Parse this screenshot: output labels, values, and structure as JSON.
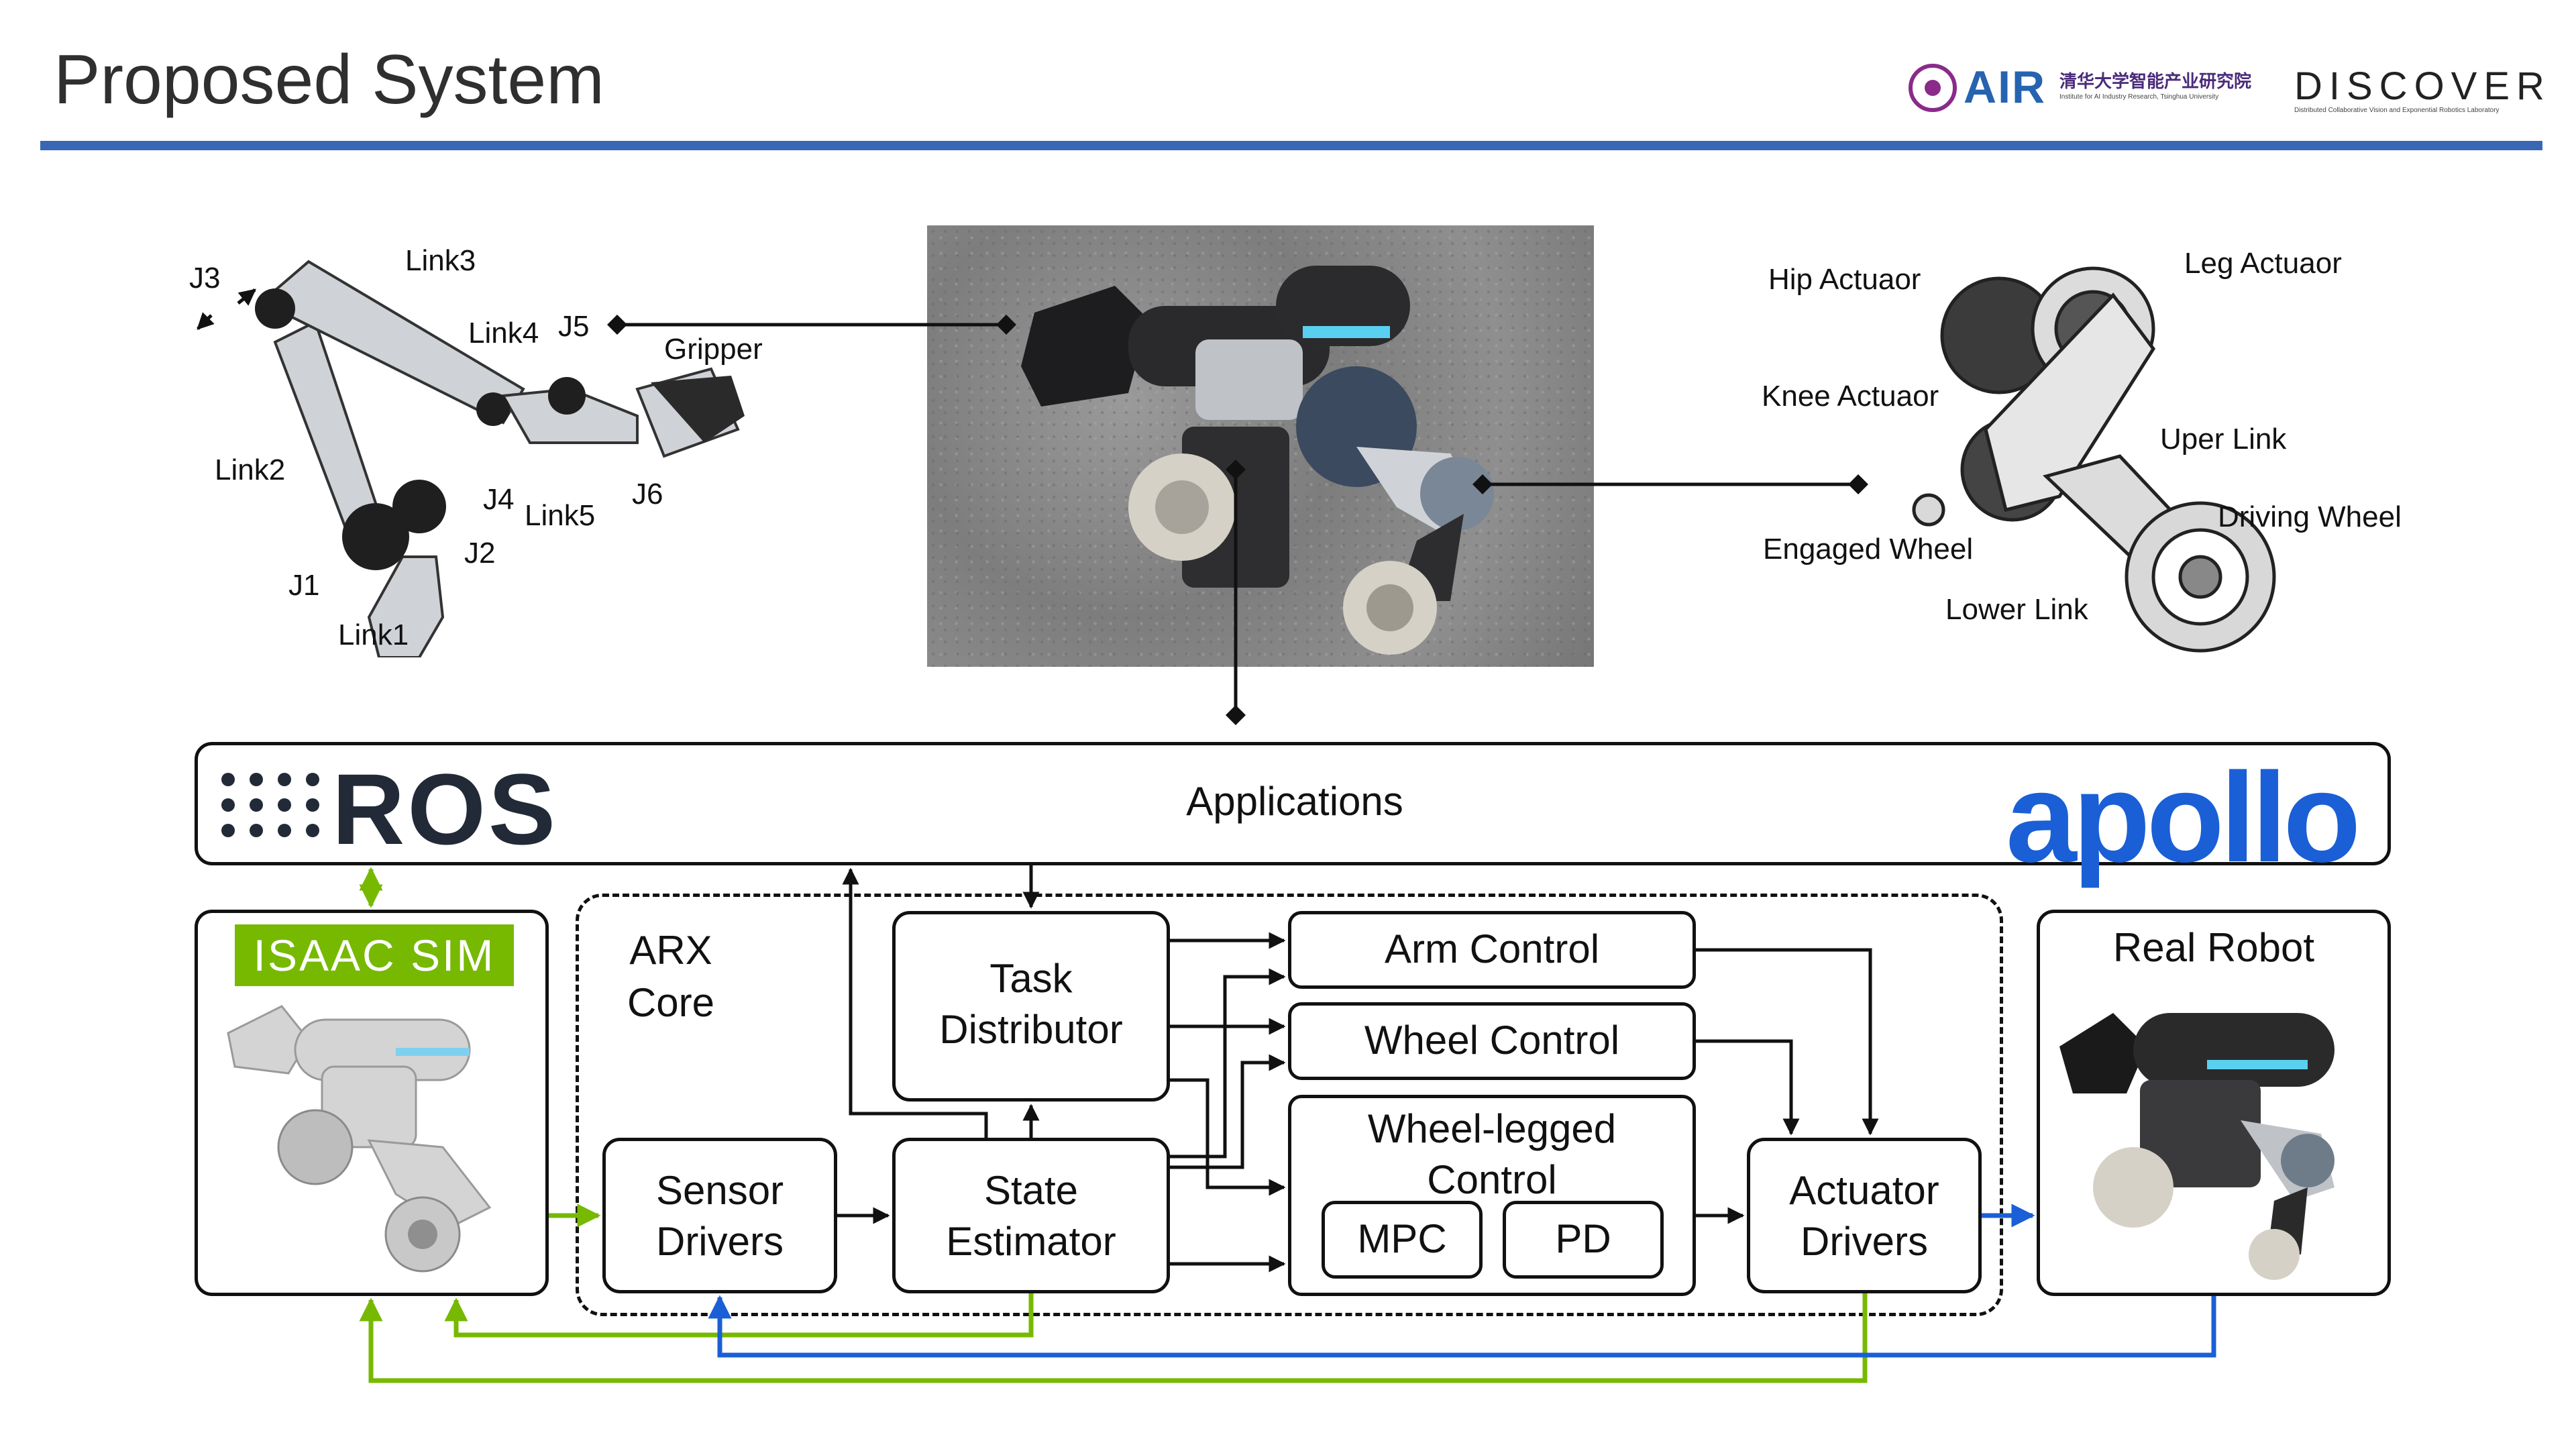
{
  "title": "Proposed System",
  "logos": {
    "air_word": "AIR",
    "air_cn": "清华大学智能产业研究院",
    "air_en": "Institute for AI Industry Research, Tsinghua University",
    "discover_word": "DISCOVER",
    "discover_sub": "Distributed Collaborative Vision and Exponential Robotics Laboratory"
  },
  "arm_labels": {
    "j1": "J1",
    "j2": "J2",
    "j3": "J3",
    "j4": "J4",
    "j5": "J5",
    "j6": "J6",
    "link1": "Link1",
    "link2": "Link2",
    "link3": "Link3",
    "link4": "Link4",
    "link5": "Link5",
    "gripper": "Gripper"
  },
  "leg_labels": {
    "hip": "Hip Actuaor",
    "leg": "Leg Actuaor",
    "knee": "Knee Actuaor",
    "upper": "Uper Link",
    "engaged": "Engaged Wheel",
    "driving": "Driving Wheel",
    "lower": "Lower Link"
  },
  "diagram": {
    "ros": "ROS",
    "applications": "Applications",
    "apollo": "apollo",
    "isaac": "ISAAC SIM",
    "core_line1": "ARX",
    "core_line2": "Core",
    "task_line1": "Task",
    "task_line2": "Distributor",
    "sensor_line1": "Sensor",
    "sensor_line2": "Drivers",
    "state_line1": "State",
    "state_line2": "Estimator",
    "arm": "Arm Control",
    "wheel": "Wheel Control",
    "wl_line1": "Wheel-legged",
    "wl_line2": "Control",
    "mpc": "MPC",
    "pd": "PD",
    "act_line1": "Actuator",
    "act_line2": "Drivers",
    "real": "Real Robot"
  },
  "colors": {
    "title_bar": "#3a67b5",
    "green": "#76b900",
    "blue": "#1a5fd6",
    "ros_dark": "#222a38"
  }
}
